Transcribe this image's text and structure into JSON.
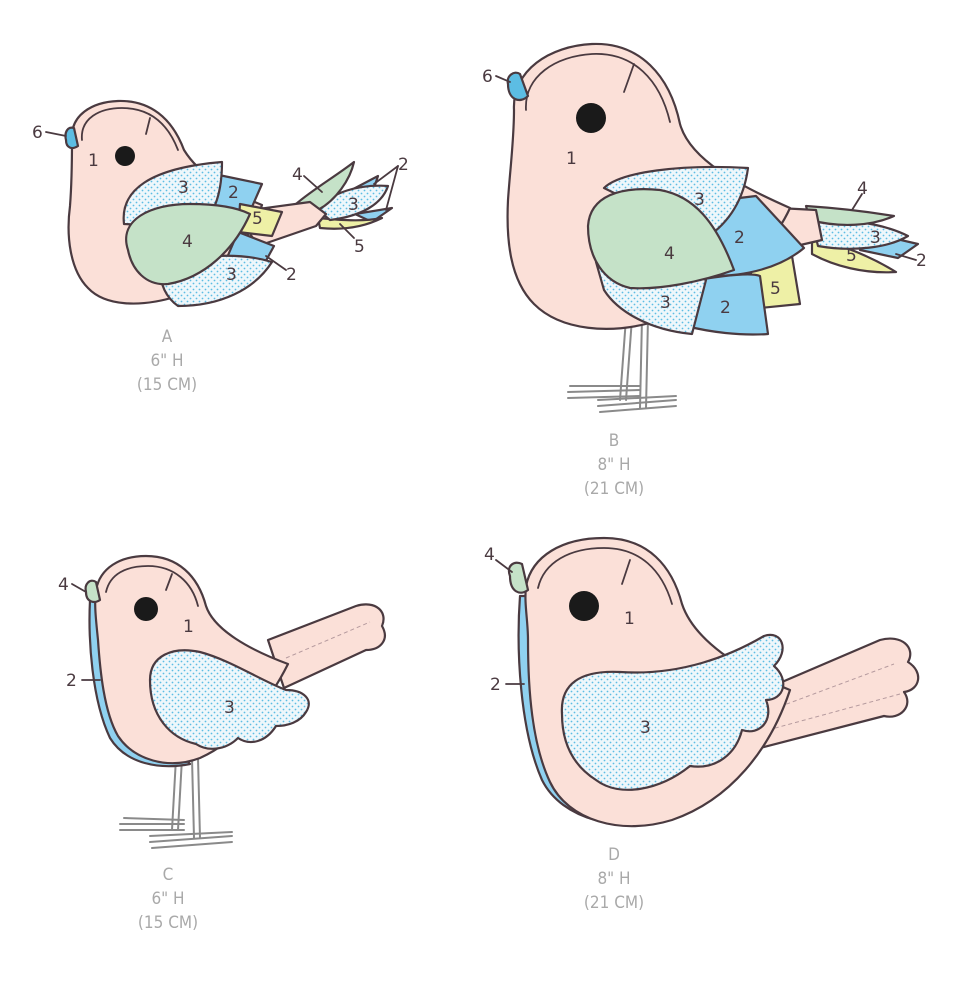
{
  "colors": {
    "body": "#fbe0d8",
    "blue": "#8fd1f0",
    "green": "#c5e2c8",
    "yellow": "#eef0a6",
    "dots_bg": "#eef7fb",
    "dots": "#5cbde3",
    "outline": "#4a3a40",
    "caption": "#a9a9a9"
  },
  "birds": [
    {
      "id": "A",
      "caption": [
        "A",
        "6\" H",
        "(15 CM)"
      ],
      "labels": [
        "1",
        "2",
        "3",
        "3",
        "4",
        "5",
        "6",
        "4",
        "2",
        "3",
        "5",
        "2"
      ]
    },
    {
      "id": "B",
      "caption": [
        "B",
        "8\" H",
        "(21 CM)"
      ],
      "labels": [
        "1",
        "3",
        "3",
        "4",
        "2",
        "2",
        "5",
        "4",
        "3",
        "5",
        "2",
        "6"
      ]
    },
    {
      "id": "C",
      "caption": [
        "C",
        "6\" H",
        "(15 CM)"
      ],
      "labels": [
        "1",
        "2",
        "3",
        "4"
      ]
    },
    {
      "id": "D",
      "caption": [
        "D",
        "8\" H",
        "(21 CM)"
      ],
      "labels": [
        "1",
        "2",
        "3",
        "4"
      ]
    }
  ]
}
